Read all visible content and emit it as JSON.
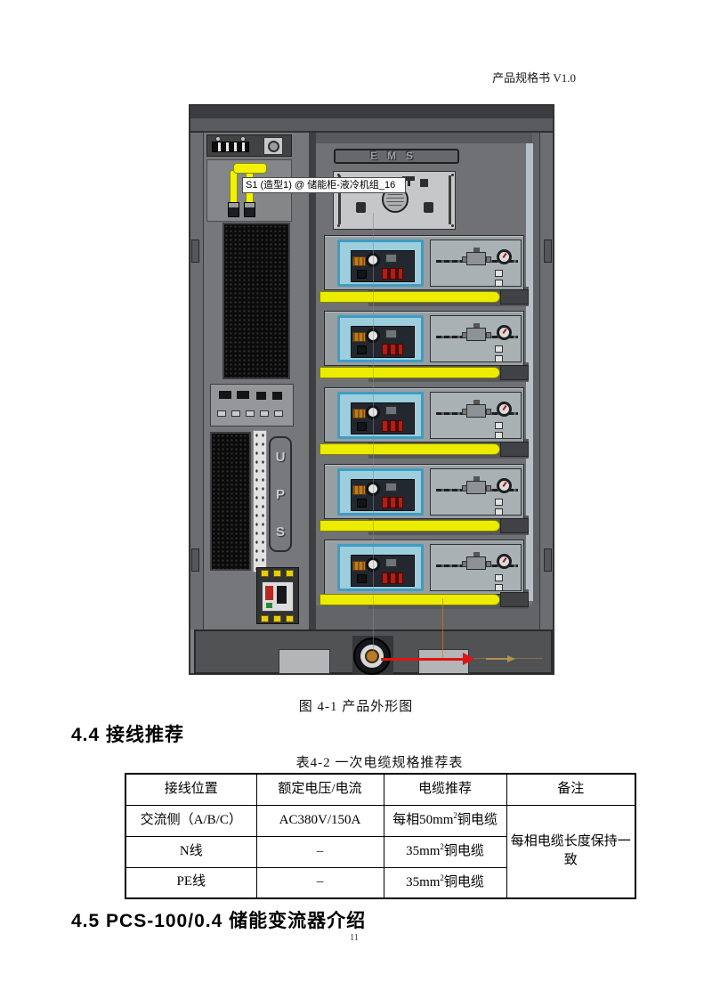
{
  "page": {
    "header_right": "产品规格书 V1.0",
    "page_number": "11"
  },
  "figure": {
    "caption": "图 4-1 产品外形图",
    "tooltip": "S1 (造型1) @ 储能柜-液冷机组_16",
    "ems_label": "EMS",
    "ups_letters": [
      "U",
      "P",
      "S"
    ],
    "module_count": 5,
    "colors": {
      "busbar_yellow": "#ecec00",
      "module_frame_blue": "#3f9cc2",
      "arrow_red": "#e21212",
      "cabinet_gray": "#7e8083"
    }
  },
  "sections": {
    "heading_4_4": "4.4 接线推荐",
    "heading_4_5": "4.5 PCS-100/0.4 储能变流器介绍"
  },
  "table": {
    "caption": "表4-2  一次电缆规格推荐表",
    "headers": [
      "接线位置",
      "额定电压/电流",
      "电缆推荐",
      "备注"
    ],
    "rows": [
      {
        "position": "交流侧（A/B/C）",
        "rating": "AC380V/150A",
        "cable_prefix": "每相50mm",
        "cable_sup": "2",
        "cable_suffix": "铜电缆"
      },
      {
        "position": "N线",
        "rating": "–",
        "cable_prefix": "35mm",
        "cable_sup": "2",
        "cable_suffix": "铜电缆"
      },
      {
        "position": "PE线",
        "rating": "–",
        "cable_prefix": "35mm",
        "cable_sup": "2",
        "cable_suffix": "铜电缆"
      }
    ],
    "note": "每相电缆长度保持一致"
  }
}
